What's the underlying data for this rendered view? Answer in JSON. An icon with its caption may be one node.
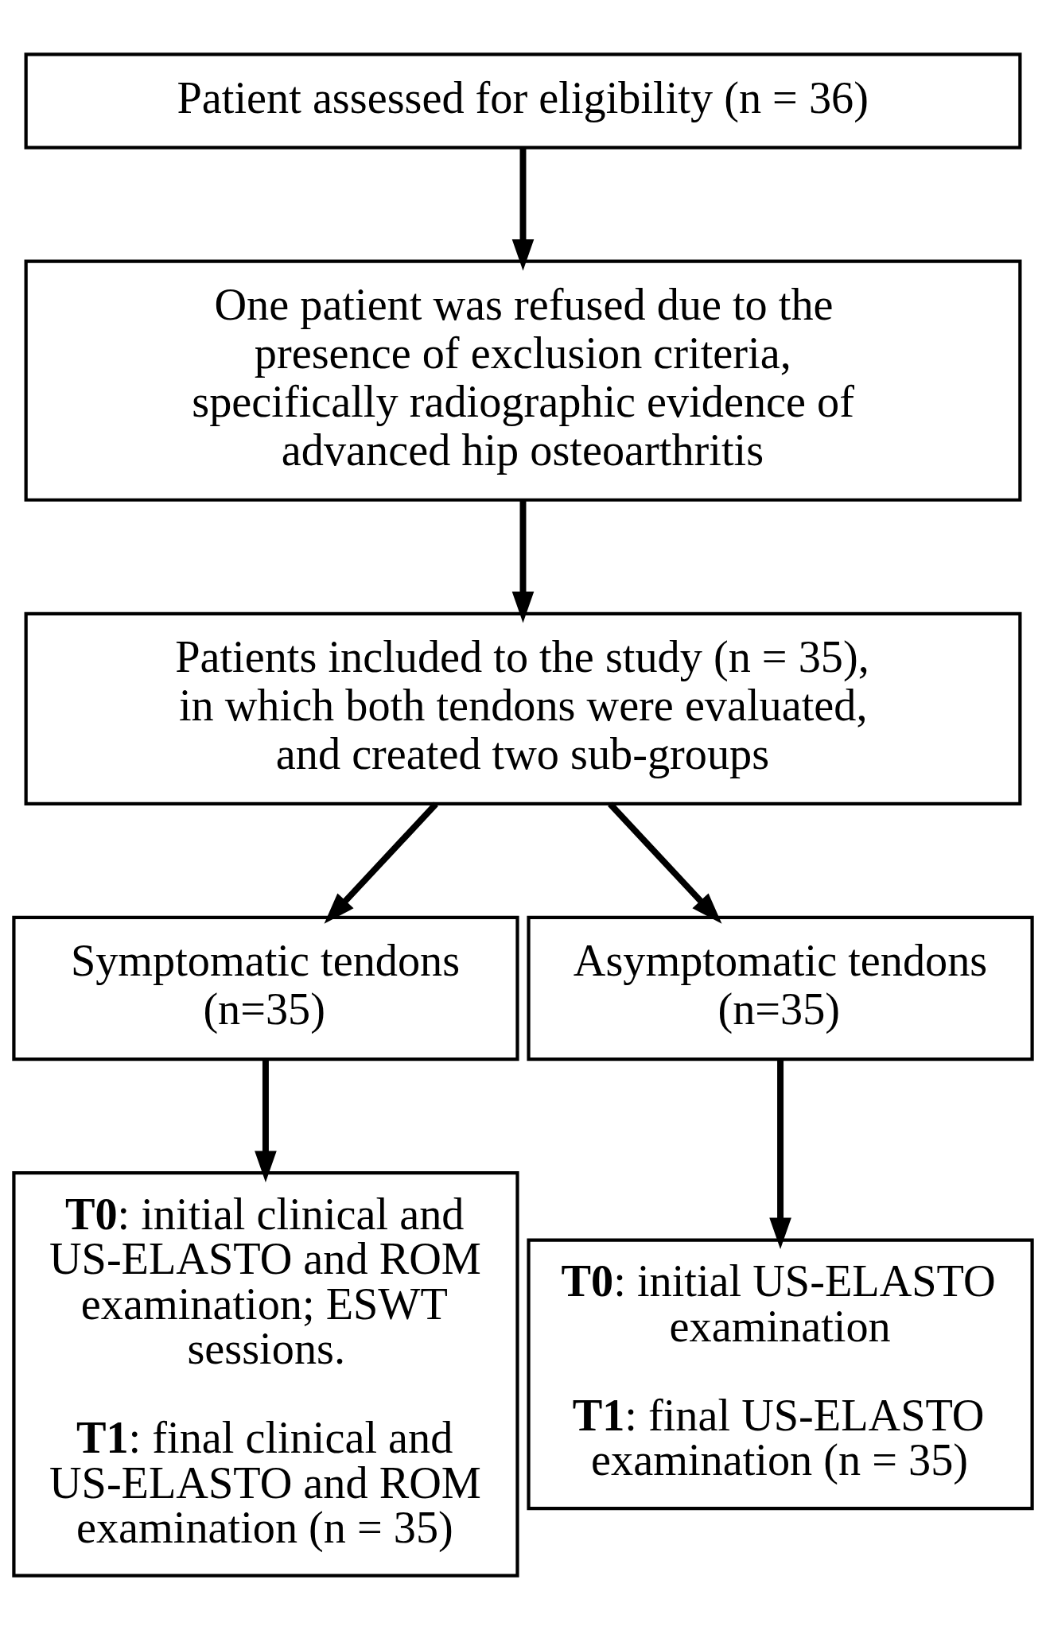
{
  "diagram": {
    "nodes": [
      {
        "text": [
          "Patient assessed for eligibility (n = 36)"
        ]
      },
      {
        "text": [
          "One patient was refused due to the presence of exclusion criteria, specifically radiographic evidence of advanced hip osteoarthritis"
        ]
      },
      {
        "text": [
          "Patients included to the study (n = 35), in which both tendons were evaluated, and created two sub-groups"
        ]
      },
      {
        "text": [
          "Symptomatic tendons (n=35)"
        ]
      },
      {
        "text": [
          "Asymptomatic tendons (n=35)"
        ]
      },
      {
        "text": [
          "**T0**: initial clinical and US-ELASTO and ROM examination; ESWT sessions.",
          "**T1**: final clinical and US-ELASTO and ROM examination (n = 35)"
        ]
      },
      {
        "text": [
          "**T0**: initial US-ELASTO examination",
          "**T1**: final US-ELASTO examination (n = 35)"
        ]
      }
    ],
    "edges": [
      {
        "from": 0,
        "to": 1,
        "arrow": "to"
      },
      {
        "from": 1,
        "to": 2,
        "arrow": "to"
      },
      {
        "from": 2,
        "to": 3,
        "arrow": "to"
      },
      {
        "from": 2,
        "to": 4,
        "arrow": "to"
      },
      {
        "from": 3,
        "to": 5,
        "arrow": "to"
      },
      {
        "from": 4,
        "to": 6,
        "arrow": "to"
      }
    ]
  }
}
